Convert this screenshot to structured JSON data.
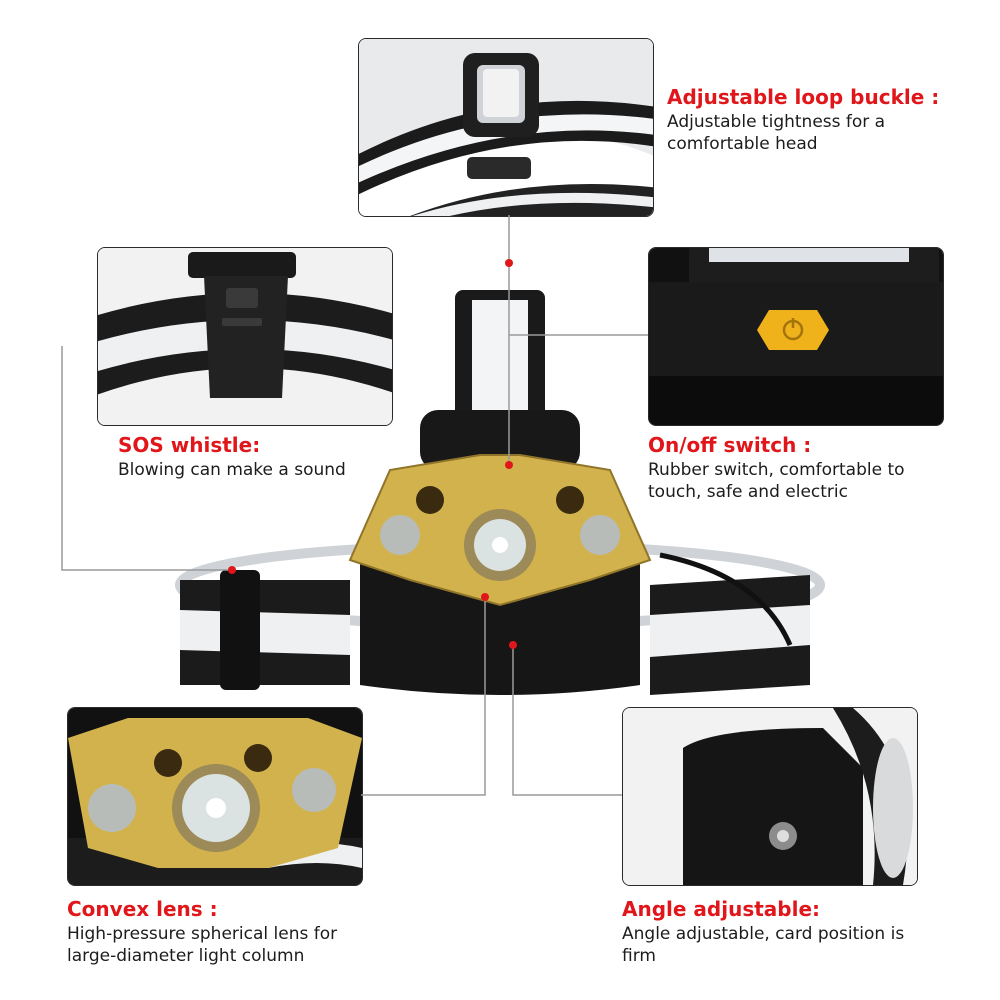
{
  "colors": {
    "accent": "#e0161a",
    "connector": "#9a9a9a",
    "gold": "#d2b24c",
    "gold_dark": "#8f742a",
    "housing": "#151515",
    "band_white": "#f2f4f6",
    "switch": "#f0b21a"
  },
  "callouts": {
    "buckle": {
      "title": "Adjustable loop buckle :",
      "body_line1": "Adjustable tightness for a",
      "body_line2": "comfortable head"
    },
    "whistle": {
      "title": "SOS whistle:",
      "body_line1": "Blowing can make a sound"
    },
    "switch": {
      "title": "On/off switch :",
      "body_line1": "Rubber switch, comfortable to",
      "body_line2": "touch, safe and electric"
    },
    "lens": {
      "title": "Convex lens :",
      "body_line1": "High-pressure spherical lens for",
      "body_line2": "large-diameter light column"
    },
    "angle": {
      "title": "Angle adjustable:",
      "body_line1": "Angle adjustable, card position is",
      "body_line2": "firm"
    }
  },
  "icons": [
    "power-icon",
    "led-icon",
    "screw-icon",
    "connector-dot-icon"
  ]
}
